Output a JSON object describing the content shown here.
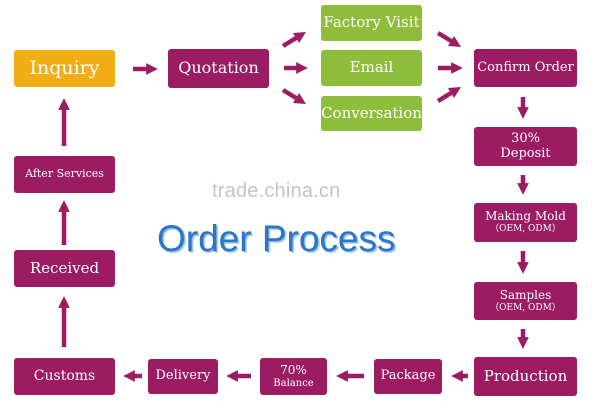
{
  "steps": {
    "inquiry": "Inquiry",
    "quotation": "Quotation",
    "factory_visit": "Factory Visit",
    "email": "Email",
    "conversation": "Conversation",
    "confirm_order": "Confirm Order",
    "deposit_pct": "30%",
    "deposit": "Deposit",
    "making_mold": "Making Mold",
    "making_mold_sub": "（OEM, ODM）",
    "samples": "Samples",
    "samples_sub": "（OEM, ODM）",
    "production": "Production",
    "package": "Package",
    "balance_pct": "70%",
    "balance": "Balance",
    "delivery": "Delivery",
    "customs": "Customs",
    "received": "Received",
    "after_services": "After Services"
  },
  "title": "Order Process",
  "watermark": "trade.china.cn",
  "colors": {
    "step": "#9b1c62",
    "contact": "#8dbd3a",
    "start": "#f1ad15",
    "arrow": "#9b1c62",
    "title": "#2c76c8"
  }
}
